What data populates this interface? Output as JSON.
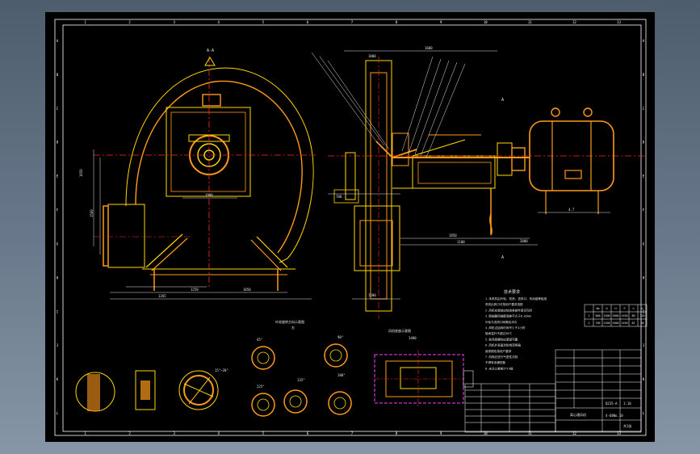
{
  "colors": {
    "background_top": "#4e5d6e",
    "sheet": "#000000",
    "frame": "#ffffff",
    "outline": "#ffd700",
    "part": "#ff9a1a",
    "centerline": "#ff2a2a",
    "dimension": "#e6e6e6",
    "section": "#ff3cff"
  },
  "border": {
    "top_zones": [
      "1",
      "2",
      "3",
      "4",
      "5",
      "6",
      "7",
      "8",
      "9",
      "10",
      "11",
      "12",
      "13"
    ],
    "side_zones": [
      "A",
      "B",
      "C",
      "D",
      "E",
      "F",
      "G",
      "H",
      "I",
      "J",
      "K",
      "L"
    ]
  },
  "main_view": {
    "section_label": "A-A",
    "dims": [
      "1265",
      "1250",
      "1050",
      "1990",
      "1650",
      "1500"
    ]
  },
  "side_view": {
    "dims": [
      "1600",
      "1000",
      "1850",
      "1100",
      "2000",
      "700",
      "1500"
    ],
    "section_marks": [
      "A",
      "A"
    ]
  },
  "motor": {
    "label": "4.7"
  },
  "details": {
    "rotation_header": "叶轮旋转方向示意图",
    "rotation_sub": "右",
    "angles": [
      "45°",
      "90°",
      "135°",
      "180°",
      "225°"
    ],
    "base_header": "风机底座示意图",
    "base_dim": "1400",
    "angle_label": "15°~20°"
  },
  "notes": {
    "title": "技术要求",
    "lines": [
      "1.本风机由叶轮、机壳、进风口、传动组等组成",
      "  风机出风口可按用户要求选配",
      "2.风机安装前应检查各部件是否完好",
      "3.联轴器同轴度误差不大于0.05mm",
      "  叶轮与进风口间隙应均匀",
      "4.风机试运转时间不少于2小时",
      "  轴承温升不超过40℃",
      "5.各连接螺栓应紧固可靠",
      "6.风机外表面涂防锈漆两遍",
      "  面漆颜色按用户要求",
      "7.机壳应进行气密性试验",
      "  不得有渗漏现象",
      "8.未注公差按IT14级"
    ]
  },
  "param_table": {
    "headers": [
      "",
      "No",
      "Q",
      "H",
      "P",
      "n",
      "η"
    ],
    "rows": [
      [
        "1",
        "800",
        "2500",
        "3000",
        "1450",
        "80",
        "110"
      ],
      [
        "2",
        "700",
        "2200",
        "2600",
        "1450",
        "82",
        "90"
      ]
    ]
  },
  "title_block": {
    "drawing_no": "4-68No.10",
    "name": "离心通风机",
    "scale": "1:10",
    "material": "Q235-A",
    "sheet": "共1张"
  }
}
